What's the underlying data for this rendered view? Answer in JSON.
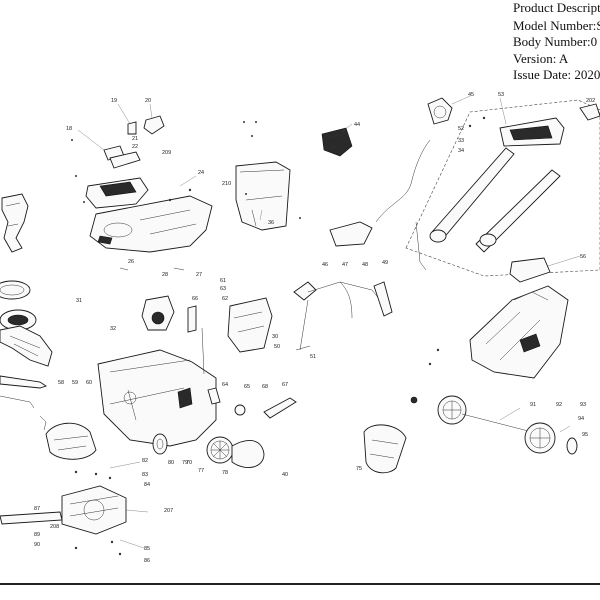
{
  "header": {
    "product_description": "Product Descript",
    "model_number": "Model Number:S",
    "body_number": "Body Number:0",
    "version": "Version: A",
    "issue_date": "Issue Date: 2020"
  },
  "callouts": [
    "19",
    "20",
    "18",
    "21",
    "22",
    "209",
    "24",
    "210",
    "36",
    "44",
    "45",
    "53",
    "202",
    "52",
    "33",
    "34",
    "56",
    "26",
    "27",
    "28",
    "30",
    "63",
    "62",
    "66",
    "32",
    "31",
    "61",
    "50",
    "51",
    "46",
    "47",
    "48",
    "49",
    "58",
    "59",
    "60",
    "82",
    "83",
    "80",
    "79",
    "78",
    "77",
    "40",
    "65",
    "64",
    "68",
    "67",
    "70",
    "91",
    "92",
    "93",
    "94",
    "95",
    "75",
    "87",
    "208",
    "89",
    "90",
    "85",
    "86",
    "84",
    "207"
  ]
}
